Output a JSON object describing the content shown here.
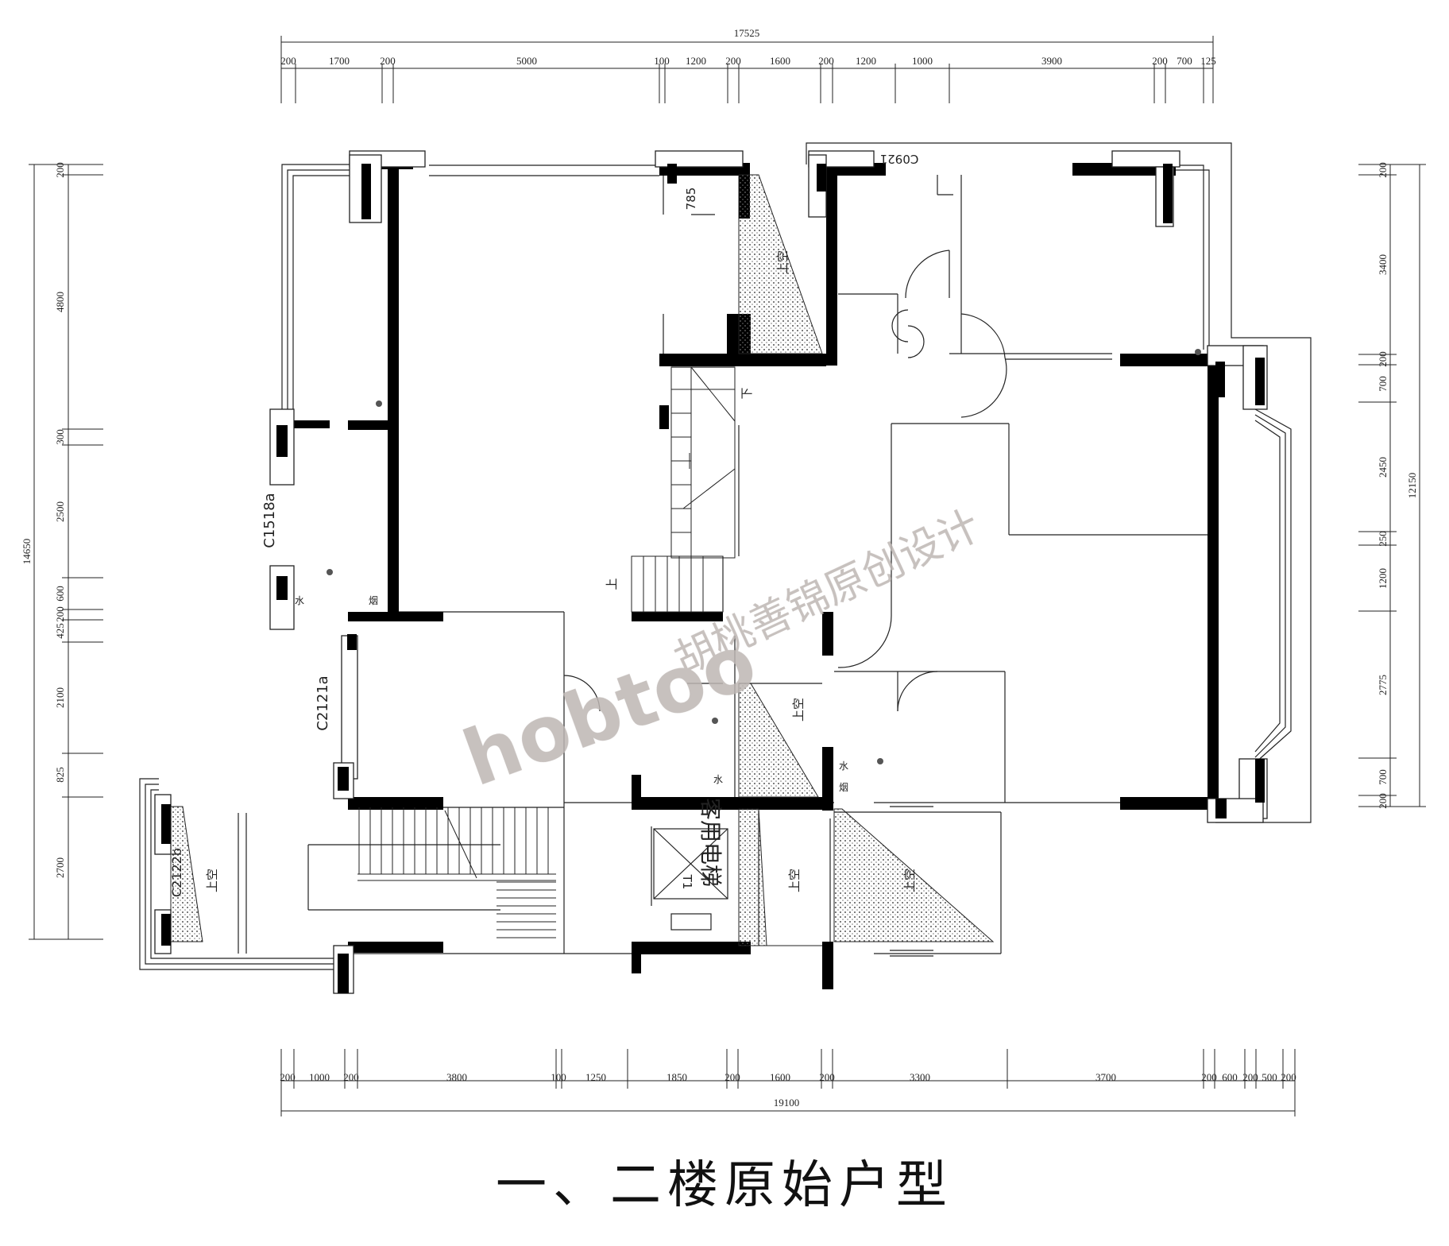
{
  "title": "一、二楼原始户型",
  "watermark": {
    "logo": "hobtoo",
    "text": "胡桃善锦原创设计"
  },
  "dimensions": {
    "top_total": "17525",
    "top": [
      "200",
      "1700",
      "200",
      "5000",
      "100",
      "1200",
      "200",
      "1600",
      "200",
      "1200",
      "1000",
      "3900",
      "200",
      "700",
      "125"
    ],
    "bottom_total": "19100",
    "bottom": [
      "200",
      "1000",
      "200",
      "3800",
      "100",
      "1250",
      "1850",
      "200",
      "1600",
      "200",
      "3300",
      "3700",
      "200",
      "600",
      "200",
      "500",
      "200"
    ],
    "left_total": "14650",
    "left": [
      "200",
      "4800",
      "300",
      "2500",
      "600",
      "200",
      "425",
      "2100",
      "825",
      "2700"
    ],
    "right_total": "12150",
    "right": [
      "200",
      "3400",
      "200",
      "700",
      "2450",
      "250",
      "1200",
      "2775",
      "700",
      "200"
    ]
  },
  "window_codes": [
    "C0921",
    "C1518a",
    "C2121a",
    "C2122b"
  ],
  "room_labels": {
    "void": "上空",
    "up": "上",
    "down": "下",
    "dim_785": "785",
    "water": "水",
    "smoke": "烟",
    "elevator_code": "T1",
    "elevator_name": "客用电梯"
  }
}
